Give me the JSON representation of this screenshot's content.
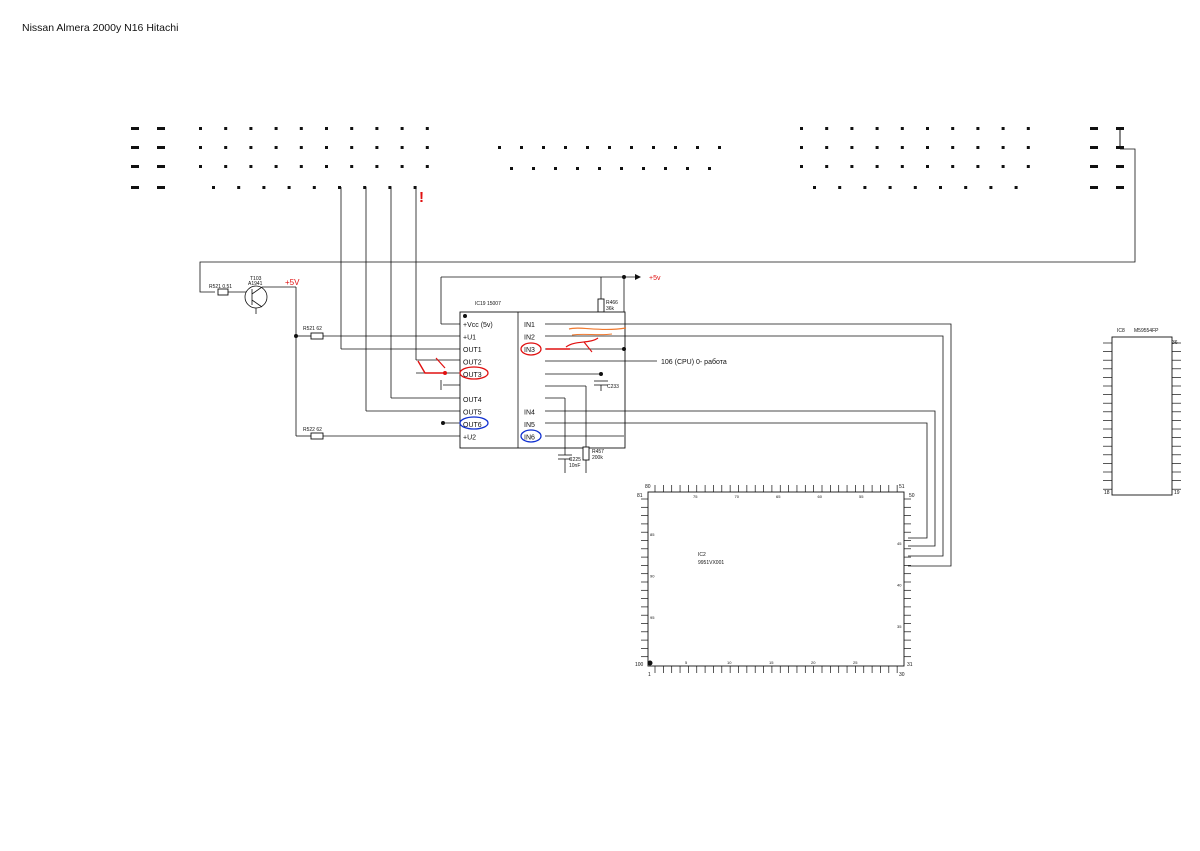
{
  "title": "Nissan Almera  2000y   N16   Hitachi",
  "power_labels": {
    "plus5v_left": "+5V",
    "plus5v_top": "+5v"
  },
  "ic19": {
    "name": "IC19 15007",
    "left_pins": [
      "+Vcc (5v)",
      "+U1",
      "OUT1",
      "OUT2",
      "OUT3",
      "",
      "OUT4",
      "OUT5",
      "OUT6",
      "+U2"
    ],
    "right_pins": [
      "IN1",
      "IN2",
      "IN3",
      "",
      "",
      "",
      "",
      "IN4",
      "IN5",
      "IN6"
    ]
  },
  "cpu_note": "106 (CPU)  0- работа",
  "components": {
    "r521a": "R521 0.51",
    "t103_a": "T103",
    "t103_b": "A1941",
    "r521b": "R521 62",
    "r522": "R522 62",
    "r466": "R466",
    "r466_val": "36k",
    "c233": "C233",
    "c225": "C225",
    "c225_val": "10nF",
    "r457": "R457",
    "r457_val": "200k"
  },
  "ic2": {
    "name": "IC2",
    "part": "9951VX001",
    "corner_pins": {
      "top_left": "80",
      "top_right": "51",
      "right_top": "50",
      "left_top": "81",
      "left_bottom": "100",
      "bottom_left": "1",
      "bottom_right": "30",
      "right_bottom": "31"
    },
    "top_marks": [
      "75",
      "70",
      "65",
      "60",
      "55"
    ],
    "left_marks": [
      "85",
      "90",
      "95"
    ],
    "right_marks": [
      "45",
      "40",
      "35"
    ],
    "bottom_marks": [
      "5",
      "10",
      "15",
      "20",
      "25"
    ]
  },
  "ic8": {
    "name": "IC8",
    "part": "M59554FP",
    "pins": {
      "top_right": "36",
      "bottom_left": "18",
      "bottom_right": "19"
    }
  },
  "annotations": {
    "exclaim": "!"
  },
  "colors": {
    "red_mark": "#e01010",
    "blue_mark": "#1030d0",
    "orange_mark": "#f07a30",
    "wire": "#111111"
  }
}
